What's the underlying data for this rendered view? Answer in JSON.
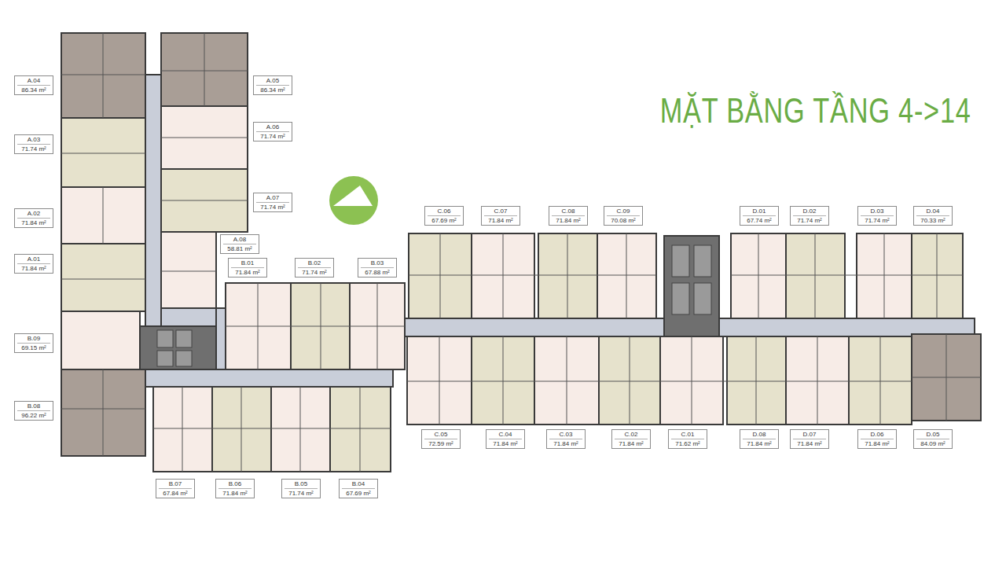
{
  "diagram": {
    "title": "MẶT BẰNG TẦNG 4->14",
    "nodes": [
      {
        "text": [
          "A.04",
          "86.34 m²"
        ]
      },
      {
        "text": [
          "A.05",
          "86.34 m²"
        ]
      },
      {
        "text": [
          "A.03",
          "71.74 m²"
        ]
      },
      {
        "text": [
          "A.06",
          "71.74 m²"
        ]
      },
      {
        "text": [
          "A.07",
          "71.74 m²"
        ]
      },
      {
        "text": [
          "A.02",
          "71.84 m²"
        ]
      },
      {
        "text": [
          "A.08",
          "58.81 m²"
        ]
      },
      {
        "text": [
          "A.01",
          "71.84 m²"
        ]
      },
      {
        "text": [
          "B.01",
          "71.84 m²"
        ]
      },
      {
        "text": [
          "B.02",
          "71.74 m²"
        ]
      },
      {
        "text": [
          "B.03",
          "67.88 m²"
        ]
      },
      {
        "text": [
          "C.06",
          "67.69 m²"
        ]
      },
      {
        "text": [
          "C.07",
          "71.84 m²"
        ]
      },
      {
        "text": [
          "C.08",
          "71.84 m²"
        ]
      },
      {
        "text": [
          "C.09",
          "70.08 m²"
        ]
      },
      {
        "text": [
          "D.01",
          "67.74 m²"
        ]
      },
      {
        "text": [
          "D.02",
          "71.74 m²"
        ]
      },
      {
        "text": [
          "D.03",
          "71.74 m²"
        ]
      },
      {
        "text": [
          "D.04",
          "70.33 m²"
        ]
      },
      {
        "text": [
          "B.09",
          "69.15 m²"
        ]
      },
      {
        "text": [
          "B.08",
          "96.22 m²"
        ]
      },
      {
        "text": [
          "C.05",
          "72.59 m²"
        ]
      },
      {
        "text": [
          "C.04",
          "71.84 m²"
        ]
      },
      {
        "text": [
          "C.03",
          "71.84 m²"
        ]
      },
      {
        "text": [
          "C.02",
          "71.84 m²"
        ]
      },
      {
        "text": [
          "C.01",
          "71.62 m²"
        ]
      },
      {
        "text": [
          "D.08",
          "71.84 m²"
        ]
      },
      {
        "text": [
          "D.07",
          "71.84 m²"
        ]
      },
      {
        "text": [
          "D.06",
          "71.84 m²"
        ]
      },
      {
        "text": [
          "D.05",
          "84.09 m²"
        ]
      },
      {
        "text": [
          "B.07",
          "67.84 m²"
        ]
      },
      {
        "text": [
          "B.06",
          "71.84 m²"
        ]
      },
      {
        "text": [
          "B.05",
          "71.74 m²"
        ]
      },
      {
        "text": [
          "B.04",
          "67.69 m²"
        ]
      }
    ]
  }
}
